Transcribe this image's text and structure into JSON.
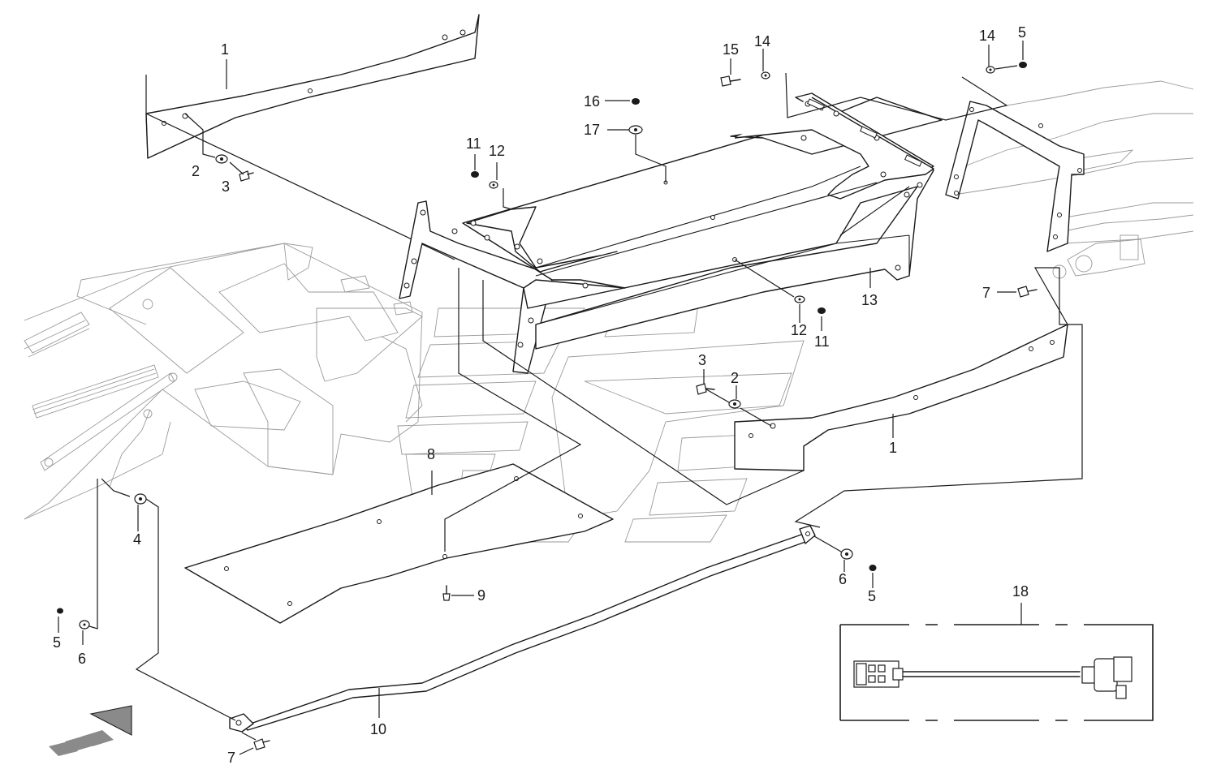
{
  "diagram": {
    "type": "exploded parts diagram",
    "callouts": [
      {
        "id": "c1a",
        "label": "1"
      },
      {
        "id": "c1b",
        "label": "1"
      },
      {
        "id": "c2a",
        "label": "2"
      },
      {
        "id": "c2b",
        "label": "2"
      },
      {
        "id": "c3a",
        "label": "3"
      },
      {
        "id": "c3b",
        "label": "3"
      },
      {
        "id": "c4",
        "label": "4"
      },
      {
        "id": "c5a",
        "label": "5"
      },
      {
        "id": "c5b",
        "label": "5"
      },
      {
        "id": "c5c",
        "label": "5"
      },
      {
        "id": "c6a",
        "label": "6"
      },
      {
        "id": "c6b",
        "label": "6"
      },
      {
        "id": "c7a",
        "label": "7"
      },
      {
        "id": "c7b",
        "label": "7"
      },
      {
        "id": "c8",
        "label": "8"
      },
      {
        "id": "c9",
        "label": "9"
      },
      {
        "id": "c10",
        "label": "10"
      },
      {
        "id": "c11a",
        "label": "11"
      },
      {
        "id": "c11b",
        "label": "11"
      },
      {
        "id": "c12a",
        "label": "12"
      },
      {
        "id": "c12b",
        "label": "12"
      },
      {
        "id": "c13",
        "label": "13"
      },
      {
        "id": "c14a",
        "label": "14"
      },
      {
        "id": "c14b",
        "label": "14"
      },
      {
        "id": "c15",
        "label": "15"
      },
      {
        "id": "c16",
        "label": "16"
      },
      {
        "id": "c17",
        "label": "17"
      },
      {
        "id": "c18",
        "label": "18"
      }
    ],
    "colors": {
      "line": "#1a1a1a",
      "ghost": "#9a9a9a",
      "arrow": "#8a8a8a",
      "background": "#ffffff"
    },
    "icons": {
      "direction_arrow": "direction-of-travel-arrow-icon",
      "cable": "wiring-harness-icon"
    }
  }
}
